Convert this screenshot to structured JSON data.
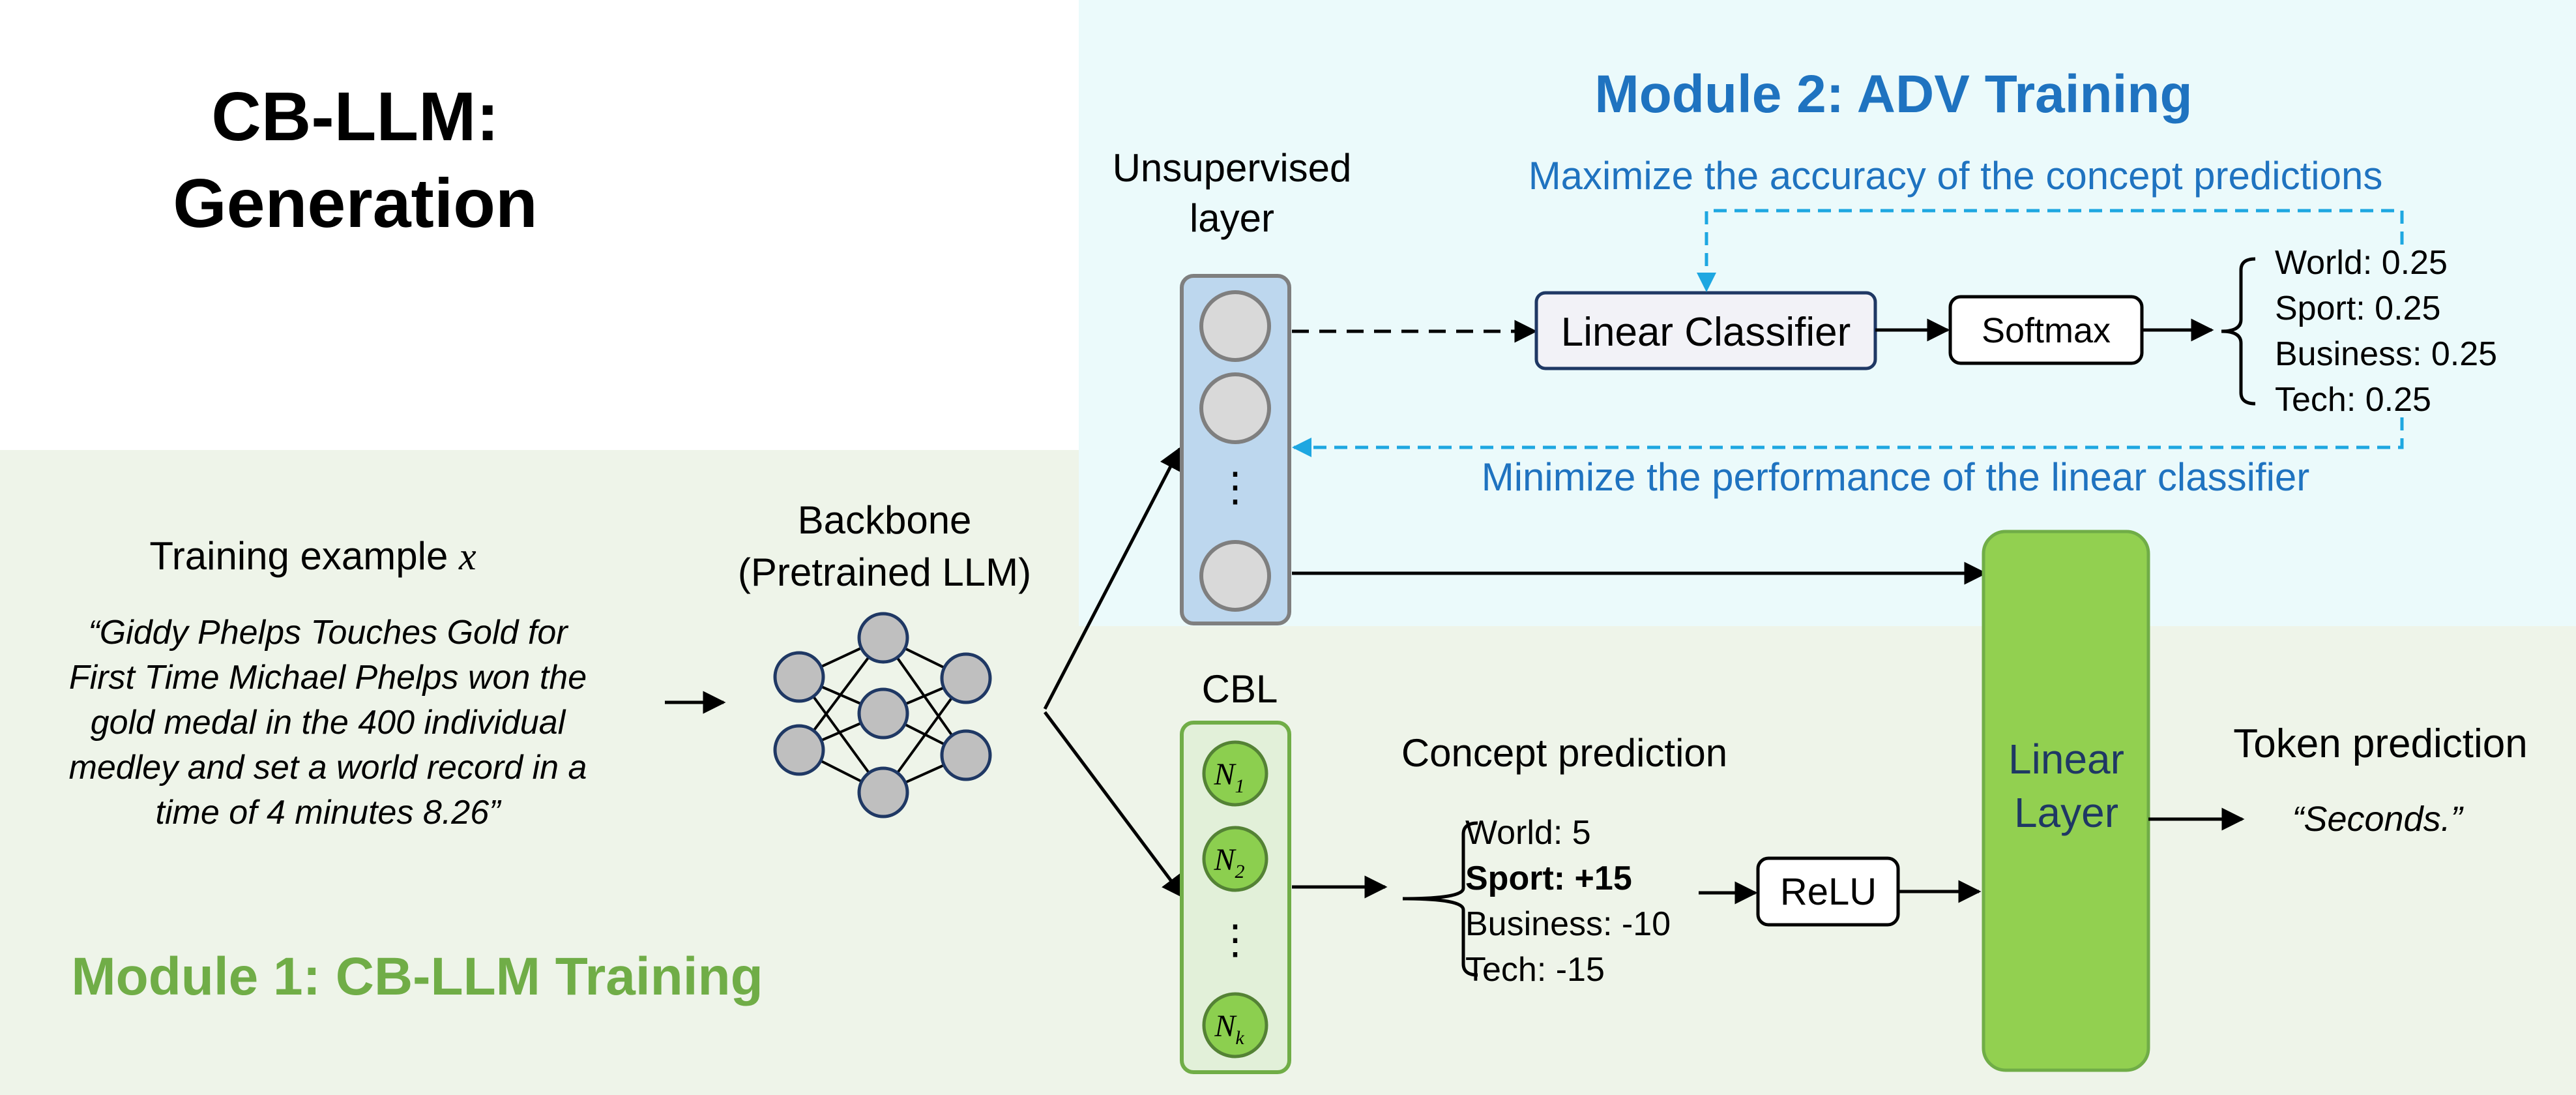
{
  "title": {
    "line1": "CB-LLM:",
    "line2": "Generation"
  },
  "module1": {
    "label": "Module 1: CB-LLM Training",
    "training_label": "Training example ",
    "training_var": "x",
    "quote_lines": [
      "“Giddy Phelps Touches Gold for",
      "First Time Michael Phelps won the",
      "gold medal in the 400 individual",
      "medley and set a world record in a",
      "time of 4 minutes 8.26”"
    ],
    "backbone_line1": "Backbone",
    "backbone_line2": "(Pretrained LLM)",
    "cbl_label": "CBL",
    "neurons": [
      {
        "base": "N",
        "sub": "1"
      },
      {
        "base": "N",
        "sub": "2"
      },
      {
        "base": "N",
        "sub": "k"
      }
    ],
    "ellipsis": "⋮",
    "concept_prediction_label": "Concept prediction",
    "concepts": [
      {
        "text": "World: 5",
        "bold": false
      },
      {
        "text": "Sport: +15",
        "bold": true
      },
      {
        "text": "Business: -10",
        "bold": false
      },
      {
        "text": "Tech: -15",
        "bold": false
      }
    ],
    "relu": "ReLU",
    "linear_layer_line1": "Linear",
    "linear_layer_line2": "Layer",
    "token_prediction_label": "Token prediction",
    "token_prediction_value": "“Seconds.”"
  },
  "module2": {
    "label": "Module 2: ADV Training",
    "unsupervised_line1": "Unsupervised",
    "unsupervised_line2": "layer",
    "ellipsis": "⋮",
    "maximize_text": "Maximize the accuracy of the concept predictions",
    "minimize_text": "Minimize the performance of the linear classifier",
    "linear_classifier": "Linear Classifier",
    "softmax": "Softmax",
    "probabilities": [
      "World: 0.25",
      "Sport: 0.25",
      "Business: 0.25",
      "Tech: 0.25"
    ]
  },
  "colors": {
    "module1_bg": "#eef4e9",
    "module2_bg": "#ebfafb",
    "module1_text": "#70ad47",
    "module2_text": "#1f73c0",
    "feedback_arrow": "#1ea7e1",
    "cbl_neuron": "#8ccf4f",
    "linear_layer": "#92d050",
    "unsupervised_box": "#bdd7ee",
    "node_gray": "#bfbfbf",
    "node_border": "#1f3864"
  }
}
